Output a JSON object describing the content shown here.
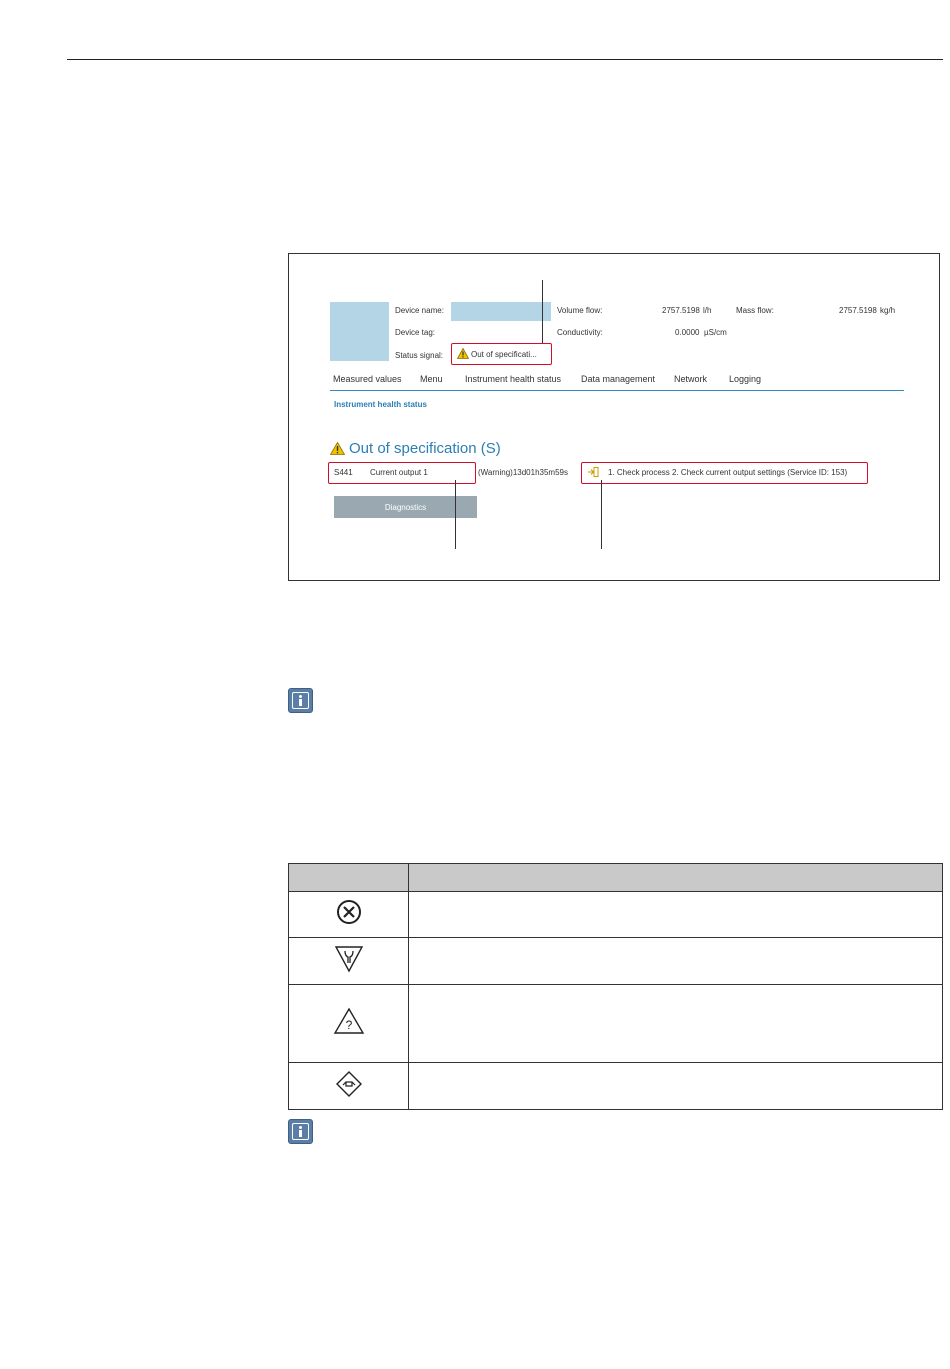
{
  "screen": {
    "header": {
      "device_name_label": "Device name:",
      "device_tag_label": "Device tag:",
      "status_signal_label": "Status signal:",
      "status_signal_value": "Out of specificati...",
      "volume_flow_label": "Volume flow:",
      "volume_flow_value": "2757.5198",
      "volume_flow_unit": "l/h",
      "mass_flow_label": "Mass flow:",
      "mass_flow_value": "2757.5198",
      "mass_flow_unit": "kg/h",
      "conductivity_label": "Conductivity:",
      "conductivity_value": "0.0000",
      "conductivity_unit": "µS/cm"
    },
    "nav": [
      "Measured values",
      "Menu",
      "Instrument health status",
      "Data management",
      "Network",
      "Logging"
    ],
    "section_title": "Instrument health status",
    "status_title": "Out of specification (S)",
    "diagnostic": {
      "code": "S441",
      "name": "Current output 1",
      "timestamp": "(Warning)13d01h35m59s",
      "remedy": "1. Check process 2. Check current output settings (Service ID: 153)"
    },
    "diagnostics_button": "Diagnostics"
  },
  "symbol_table": {
    "rows": [
      {
        "icon": "failure-icon"
      },
      {
        "icon": "maintenance-required-icon"
      },
      {
        "icon": "out-of-specification-icon"
      },
      {
        "icon": "function-check-icon"
      }
    ]
  },
  "colors": {
    "accent_blue": "#2b7fb3",
    "highlight_red": "#d0102a",
    "warning_yellow": "#f2c200",
    "info_icon_blue": "#5b7ea6"
  }
}
